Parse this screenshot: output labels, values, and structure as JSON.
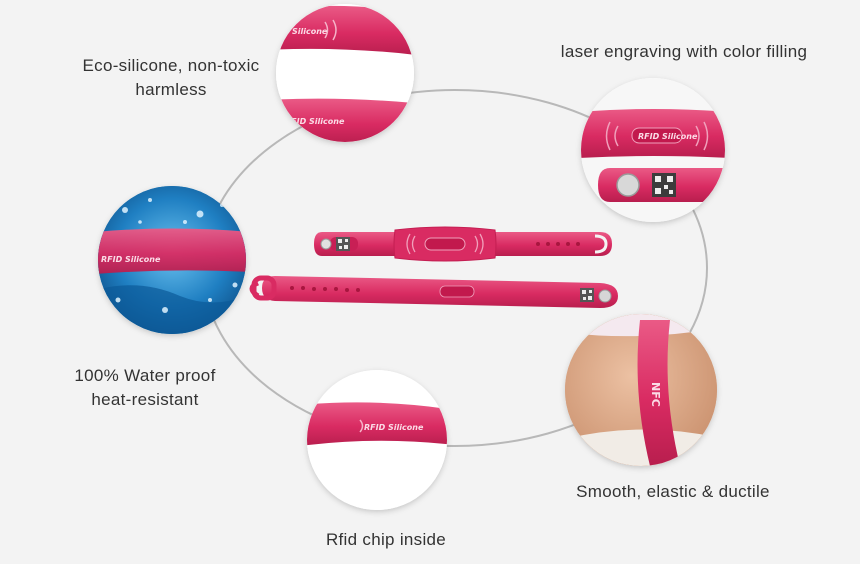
{
  "features": [
    {
      "id": "eco",
      "lines": [
        "Eco-silicone, non-toxic",
        "harmless"
      ]
    },
    {
      "id": "laser",
      "lines": [
        "laser engraving with color filling"
      ]
    },
    {
      "id": "water",
      "lines": [
        "100% Water proof",
        "heat-resistant"
      ]
    },
    {
      "id": "elastic",
      "lines": [
        "Smooth, elastic & ductile"
      ]
    },
    {
      "id": "chip",
      "lines": [
        "Rfid chip inside"
      ]
    }
  ],
  "brand_text": "RFID Silicone",
  "band_label": "NFC",
  "colors": {
    "band": "#d92b62",
    "band_dark": "#b81e4e",
    "band_light": "#ea5a86",
    "background": "#f3f3f3",
    "ring": "#b8b8b8",
    "text": "#333333",
    "water": "#1f7fc2",
    "skin": "#d9a584"
  }
}
